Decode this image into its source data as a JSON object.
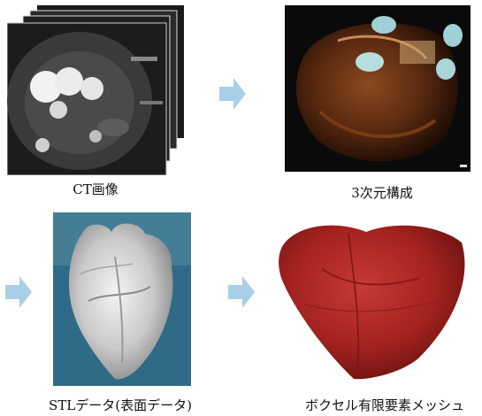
{
  "steps": [
    {
      "id": "ct",
      "caption": "CT画像"
    },
    {
      "id": "recon3d",
      "caption": "3次元構成"
    },
    {
      "id": "stl",
      "caption": "STLデータ(表面データ)"
    },
    {
      "id": "voxel",
      "caption": "ボクセル有限要素メッシュ"
    }
  ],
  "colors": {
    "arrow": "#a9cfe8",
    "stl_bg": "#2f6b86",
    "voxel_heart": "#a3221f"
  },
  "icons": [
    "right-arrow-icon",
    "right-arrow-icon",
    "right-arrow-icon"
  ]
}
